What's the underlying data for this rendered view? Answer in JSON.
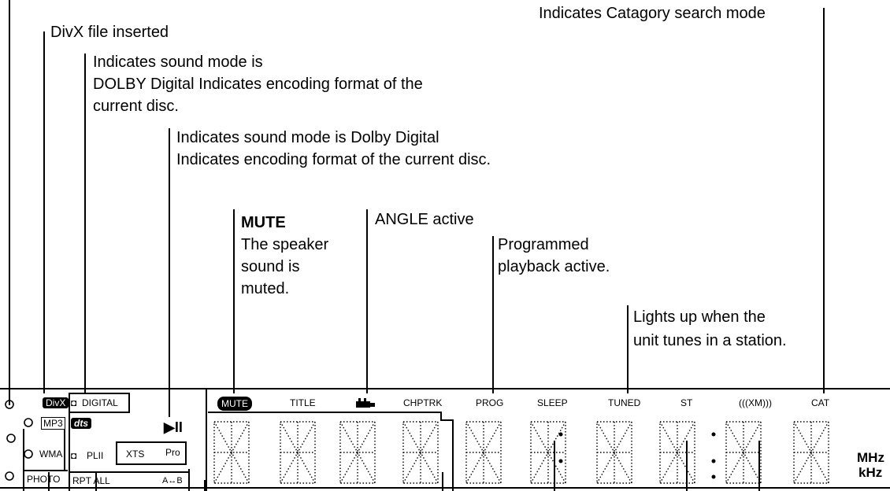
{
  "callouts": {
    "divx": "DivX file inserted",
    "catagory": "Indicates Catagory search mode",
    "dolby1_l1": "Indicates sound mode is",
    "dolby1_l2": "DOLBY Digital Indicates encoding format of the",
    "dolby1_l3": "current disc.",
    "dolby2_l1": "Indicates sound mode is Dolby Digital",
    "dolby2_l2": "Indicates encoding format of the current disc.",
    "mute_title": "MUTE",
    "mute_l1": "The speaker",
    "mute_l2": "sound is",
    "mute_l3": "muted.",
    "angle": "ANGLE active",
    "prog_l1": "Programmed",
    "prog_l2": "playback active.",
    "tuned_l1": "Lights up when the",
    "tuned_l2": "unit tunes in a station."
  },
  "display": {
    "divx": "DivX",
    "digital": "DIGITAL",
    "mp3": "MP3",
    "dts": "dts",
    "wma": "WMA",
    "pl2": "PLII",
    "photo": "PHOTO",
    "rpt_all": "RPT ALL",
    "ab": "A↔B",
    "xts": "XTS",
    "pro": "Pro",
    "play_pause": "▶II",
    "mute": "MUTE",
    "title": "TITLE",
    "chptrk": "CHPTRK",
    "prog": "PROG",
    "sleep": "SLEEP",
    "tuned": "TUNED",
    "st": "ST",
    "xm": "(((XM)))",
    "cat": "CAT",
    "mhz": "MHz",
    "khz": "kHz"
  }
}
